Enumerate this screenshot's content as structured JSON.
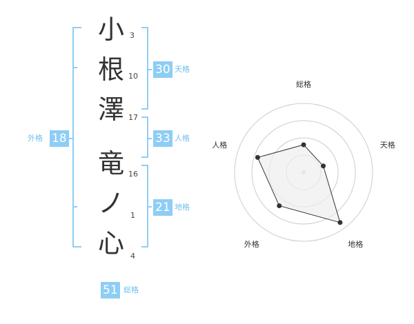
{
  "name": {
    "chars": [
      {
        "char": "小",
        "strokes": "3"
      },
      {
        "char": "根",
        "strokes": "10"
      },
      {
        "char": "澤",
        "strokes": "17"
      },
      {
        "char": "竜",
        "strokes": "16"
      },
      {
        "char": "ノ",
        "strokes": "1"
      },
      {
        "char": "心",
        "strokes": "4"
      }
    ]
  },
  "kaku": {
    "tenkaku": {
      "label": "天格",
      "value": "30"
    },
    "jinkaku": {
      "label": "人格",
      "value": "33"
    },
    "chikaku": {
      "label": "地格",
      "value": "21"
    },
    "gaikaku": {
      "label": "外格",
      "value": "18"
    },
    "soukaku": {
      "label": "総格",
      "value": "51"
    }
  },
  "colors": {
    "accent": "#8ecdf5",
    "accent_text": "#6fbfee",
    "bracket": "#8ecdf5",
    "radar_fill": "#eeeeee",
    "radar_grid": "#cccccc",
    "radar_line": "#333333"
  },
  "chart_data": {
    "type": "radar",
    "categories": [
      "総格",
      "天格",
      "地格",
      "外格",
      "人格"
    ],
    "values": [
      2,
      1.5,
      4.5,
      3,
      3.5
    ],
    "rmax": 5,
    "rings": 4
  }
}
